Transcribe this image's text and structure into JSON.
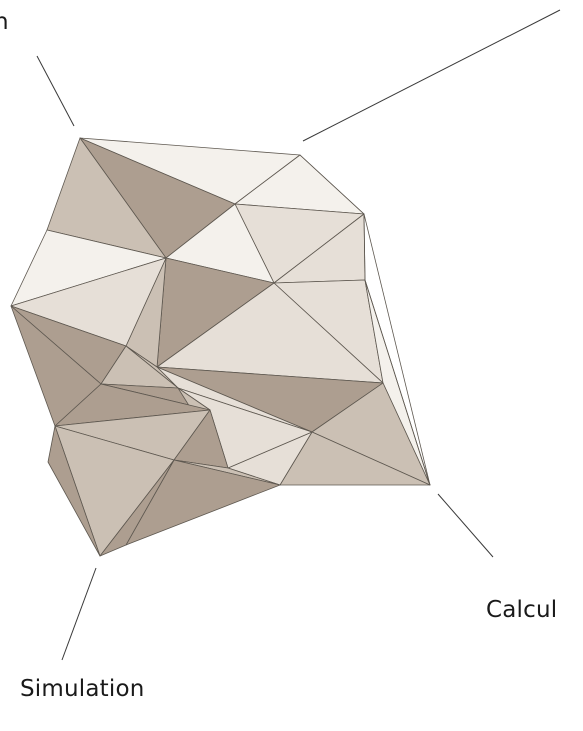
{
  "labels": {
    "top_left": "n",
    "bottom_right": "Calcul",
    "bottom_left": "Simulation"
  },
  "colors": {
    "dark": "#ad9e90",
    "mid": "#cbc0b4",
    "light": "#e6dfd7",
    "pale": "#f4f1ec",
    "edge": "#5e5850",
    "leader": "#3a3a3a"
  }
}
